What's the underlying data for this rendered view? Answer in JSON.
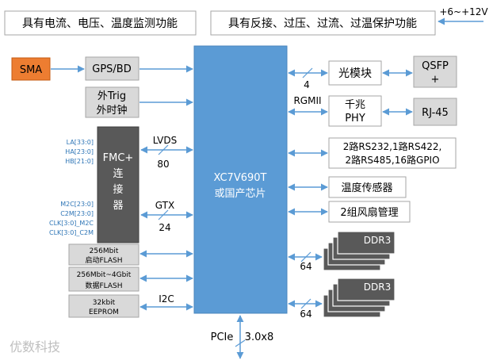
{
  "colors": {
    "fpga": "#5b9bd5",
    "sma": "#ed7d31",
    "grey_box": "#d9d9d9",
    "fmc_box": "#595959",
    "arrow": "#5b9bd5",
    "label_blue": "#2e75b6",
    "watermark": "#bfbfbf"
  },
  "top": {
    "monitor_label": "具有电流、电压、温度监测功能",
    "protect_label": "具有反接、过压、过流、过温保护功能",
    "power_label": "+6~+12V"
  },
  "left": {
    "sma": "SMA",
    "gps": "GPS/BD",
    "trig_line1": "外Trig",
    "trig_line2": "外时钟",
    "fmc_line1": "FMC+",
    "fmc_line2": "连",
    "fmc_line3": "接",
    "fmc_line4": "器",
    "la": "LA[33:0]",
    "ha": "HA[23:0]",
    "hb": "HB[21:0]",
    "m2c": "M2C[23:0]",
    "c2m": "C2M[23:0]",
    "clk_m2c": "CLK[3:0]_M2C",
    "clk_c2m": "CLK[3:0]_C2M",
    "lvds": "LVDS",
    "lvds_width": "80",
    "gtx": "GTX",
    "gtx_width": "24",
    "flash1_line1": "256Mbit",
    "flash1_line2": "启动FLASH",
    "flash2_line1": "256Mbit~4Gbit",
    "flash2_line2": "数据FLASH",
    "eeprom_line1": "32kbit",
    "eeprom_line2": "EEPROM",
    "i2c": "I2C"
  },
  "center": {
    "fpga_line1": "XC7V690T",
    "fpga_line2": "或国产芯片",
    "pcie": "PCIe",
    "pcie_width": "3.0x8"
  },
  "right": {
    "optical": "光模块",
    "optical_width": "4",
    "qsfp_line1": "QSFP",
    "qsfp_line2": "+",
    "rgmii": "RGMII",
    "phy_line1": "千兆",
    "phy_line2": "PHY",
    "rj45": "RJ-45",
    "serial_line1": "2路RS232,1路RS422,",
    "serial_line2": "2路RS485,16路GPIO",
    "temp_sensor": "温度传感器",
    "fan": "2组风扇管理",
    "ddr3_a": "DDR3",
    "ddr3_a_width": "64",
    "ddr3_b": "DDR3",
    "ddr3_b_width": "64"
  },
  "watermark": "优数科技"
}
